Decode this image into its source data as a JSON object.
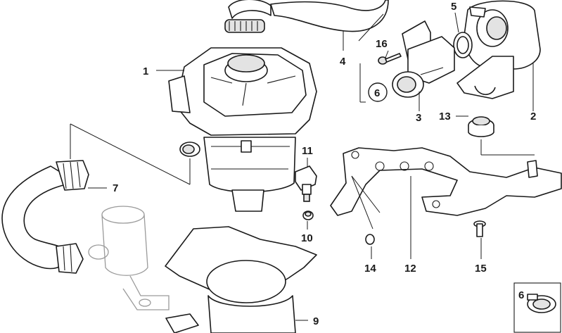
{
  "labels": {
    "p1": "1",
    "p2": "2",
    "p3": "3",
    "p4": "4",
    "p5": "5",
    "p6": "6",
    "p7": "7",
    "p9": "9",
    "p10": "10",
    "p11": "11",
    "p12": "12",
    "p13": "13",
    "p14": "14",
    "p15": "15",
    "p16": "16",
    "inset6": "6"
  },
  "colors": {
    "line": "#1a1a1a",
    "ghost": "#9a9a9a",
    "background": "#ffffff"
  }
}
